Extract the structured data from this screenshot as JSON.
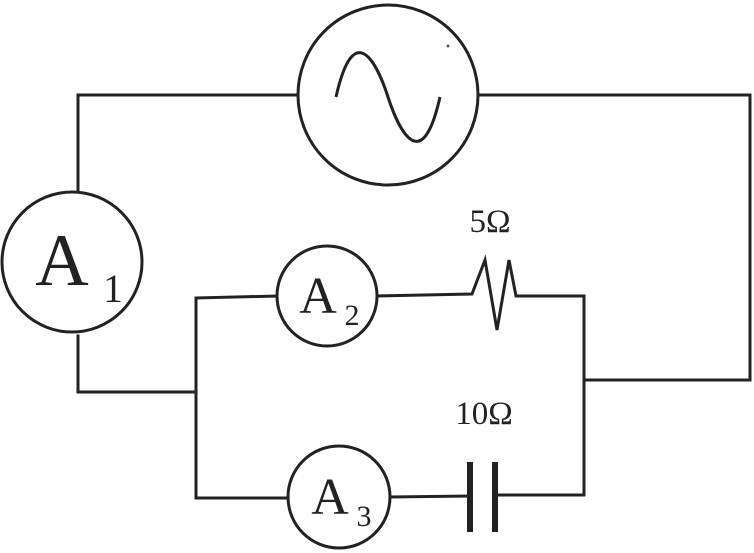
{
  "ammeters": [
    {
      "id": "A1",
      "symbol": "A",
      "subscript": "1"
    },
    {
      "id": "A2",
      "symbol": "A",
      "subscript": "2"
    },
    {
      "id": "A3",
      "symbol": "A",
      "subscript": "3"
    }
  ],
  "resistor": {
    "label": "5Ω"
  },
  "capacitor": {
    "label": "10Ω"
  },
  "source": {
    "icon": "ac-source-icon"
  }
}
